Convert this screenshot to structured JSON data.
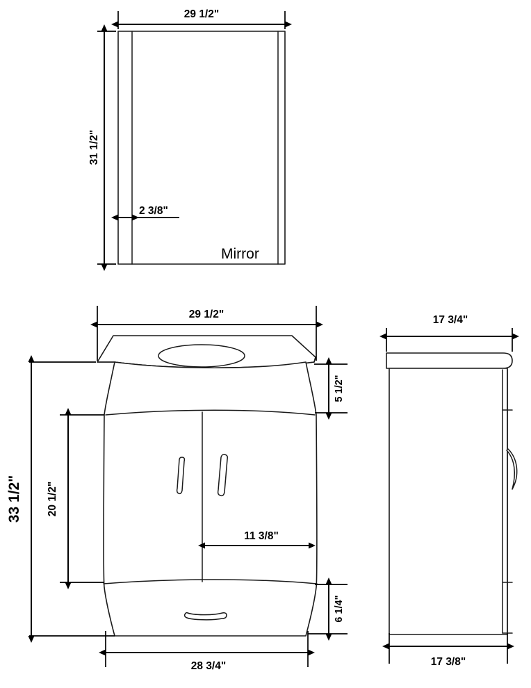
{
  "drawing": {
    "title_label": "Mirror",
    "views": {
      "mirror": {
        "name": "mirror-view",
        "dimensions": {
          "width": "29 1/2\"",
          "height": "31 1/2\"",
          "rail_width": "2 3/8\""
        }
      },
      "vanity_front": {
        "name": "vanity-front-view",
        "dimensions": {
          "top_width": "29 1/2\"",
          "countertop_height": "5 1/2\"",
          "overall_height": "33 1/2\"",
          "door_height": "20 1/2\"",
          "door_width": "11 3/8\"",
          "drawer_height": "6 1/4\"",
          "base_width": "28 3/4\""
        }
      },
      "vanity_side": {
        "name": "vanity-side-view",
        "dimensions": {
          "top_depth": "17 3/4\"",
          "base_depth": "17 3/8\""
        }
      }
    }
  },
  "colors": {
    "line": "#1a1a1a",
    "dim": "#000000",
    "background": "#ffffff"
  }
}
